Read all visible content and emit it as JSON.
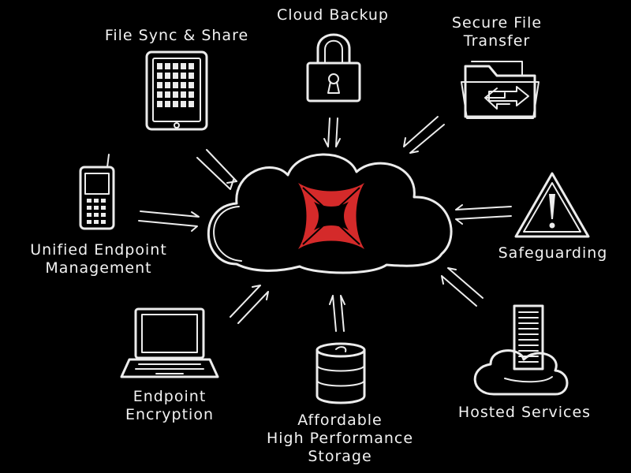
{
  "labels": {
    "file_sync": "File Sync & Share",
    "cloud_backup": "Cloud Backup",
    "secure_file_line1": "Secure File",
    "secure_file_line2": "Transfer",
    "uem_line1": "Unified Endpoint",
    "uem_line2": "Management",
    "safeguarding": "Safeguarding",
    "encryption_line1": "Endpoint",
    "encryption_line2": "Encryption",
    "storage_line1": "Affordable",
    "storage_line2": "High Performance",
    "storage_line3": "Storage",
    "hosted": "Hosted Services"
  },
  "icons": {
    "center": "red-logo-icon",
    "tablet": "tablet-icon",
    "lock": "padlock-icon",
    "folder": "folder-transfer-icon",
    "phone": "mobile-phone-icon",
    "warning": "warning-triangle-icon",
    "laptop": "laptop-icon",
    "database": "database-icon",
    "server": "server-cloud-icon"
  },
  "colors": {
    "background": "#000000",
    "chalk": "#ececec",
    "logo_red": "#d42a2a"
  }
}
